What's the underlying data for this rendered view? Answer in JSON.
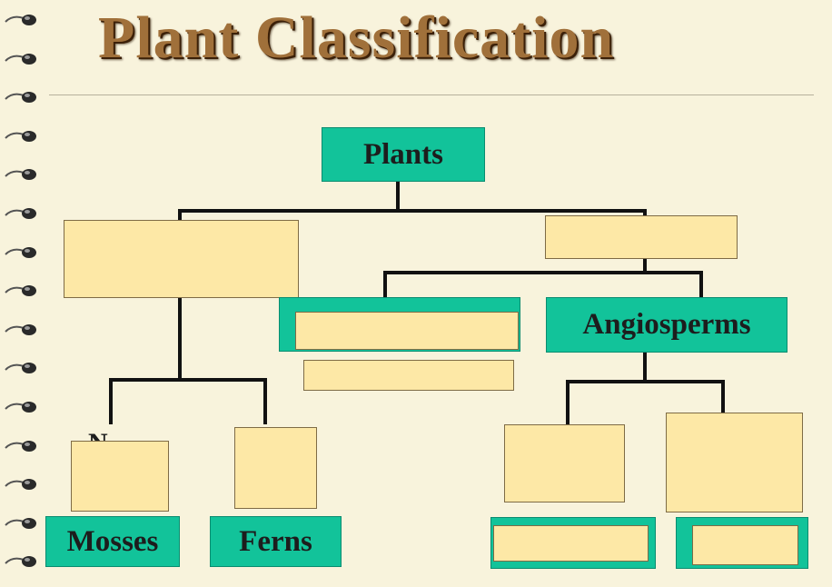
{
  "title": "Plant Classification",
  "nodes": {
    "plants": "Plants",
    "angiosperms": "Angiosperms",
    "mosses": "Mosses",
    "ferns": "Ferns"
  },
  "stray_glyph": "N",
  "colors": {
    "background": "#f8f3dc",
    "title": "#a0703a",
    "green_box": "#12c39a",
    "blank_box": "#fde8a6",
    "connector": "#111111"
  }
}
